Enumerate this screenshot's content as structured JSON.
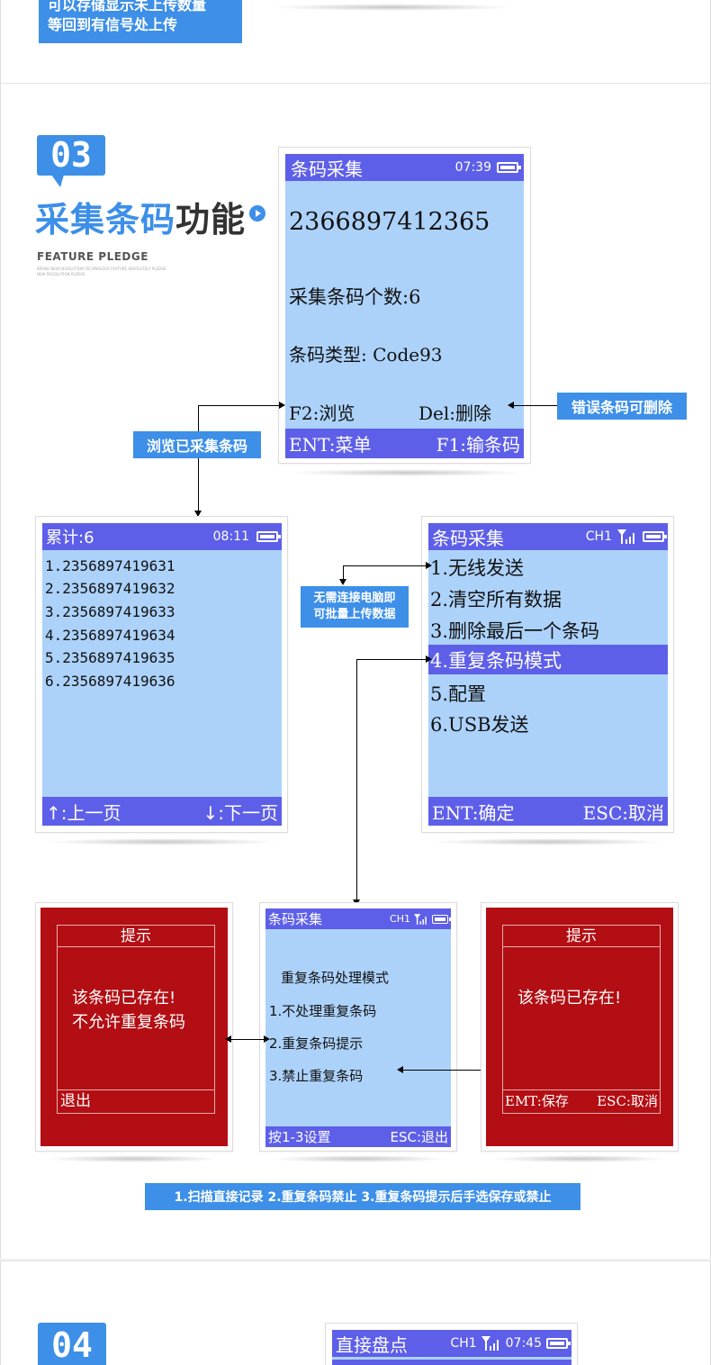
{
  "top_banner": {
    "line1": "可以存储显示未上传数量",
    "line2": "等回到有信号处上传"
  },
  "section03": {
    "number": "03",
    "title_main": "采集条码",
    "title_accent": "功能",
    "feature_label": "FEATURE  PLEDGE",
    "feature_sub1": "BRAND NEW REVOLUTION TECHNOLOGY FEATURE ABSOLUTELY PLEDGE",
    "feature_sub2": "NEW REVOLUTION PLEDGE"
  },
  "screen_main": {
    "title": "条码采集",
    "time": "07:39",
    "barcode": "2366897412365",
    "count_line": "采集条码个数:6",
    "type_line": "条码类型: Code93",
    "f2": "F2:浏览",
    "del": "Del:删除",
    "ent": "ENT:菜单",
    "f1": "F1:输条码"
  },
  "callouts": {
    "delete": "错误条码可删除",
    "browse": "浏览已采集条码",
    "wireless_1": "无需连接电脑即",
    "wireless_2": "可批量上传数据",
    "bottom": "1.扫描直接记录 2.重复条码禁止 3.重复条码提示后手选保存或禁止"
  },
  "screen_list": {
    "title": "累计:6",
    "time": "08:11",
    "items": [
      "1.2356897419631",
      "2.2356897419632",
      "3.2356897419633",
      "4.2356897419634",
      "5.2356897419635",
      "6.2356897419636"
    ],
    "prev": "↑:上一页",
    "next": "↓:下一页"
  },
  "screen_menu": {
    "title": "条码采集",
    "channel": "CH1",
    "items": [
      "1.无线发送",
      "2.清空所有数据",
      "3.删除最后一个条码",
      "4.重复条码模式",
      "5.配置",
      "6.USB发送"
    ],
    "selected_index": 3,
    "ent": "ENT:确定",
    "esc": "ESC:取消"
  },
  "screen_alert_left": {
    "title": "提示",
    "line1": "该条码已存在!",
    "line2": "不允许重复条码",
    "exit": "退出"
  },
  "screen_dup": {
    "title": "条码采集",
    "channel": "CH1",
    "heading": "重复条码处理模式",
    "opt1": "1.不处理重复条码",
    "opt2": "2.重复条码提示",
    "opt3": "3.禁止重复条码",
    "set": "按1-3设置",
    "esc": "ESC:退出"
  },
  "screen_alert_right": {
    "title": "提示",
    "line1": "该条码已存在!",
    "save": "EMT:保存",
    "cancel": "ESC:取消"
  },
  "section04": {
    "number": "04",
    "screen_title": "直接盘点",
    "channel": "CH1",
    "time": "07:45"
  },
  "colors": {
    "accent": "#3d8fe8",
    "screen_bg": "#acd2fa",
    "screen_bar": "#5e5fe8",
    "alert_red": "#b30e13"
  }
}
